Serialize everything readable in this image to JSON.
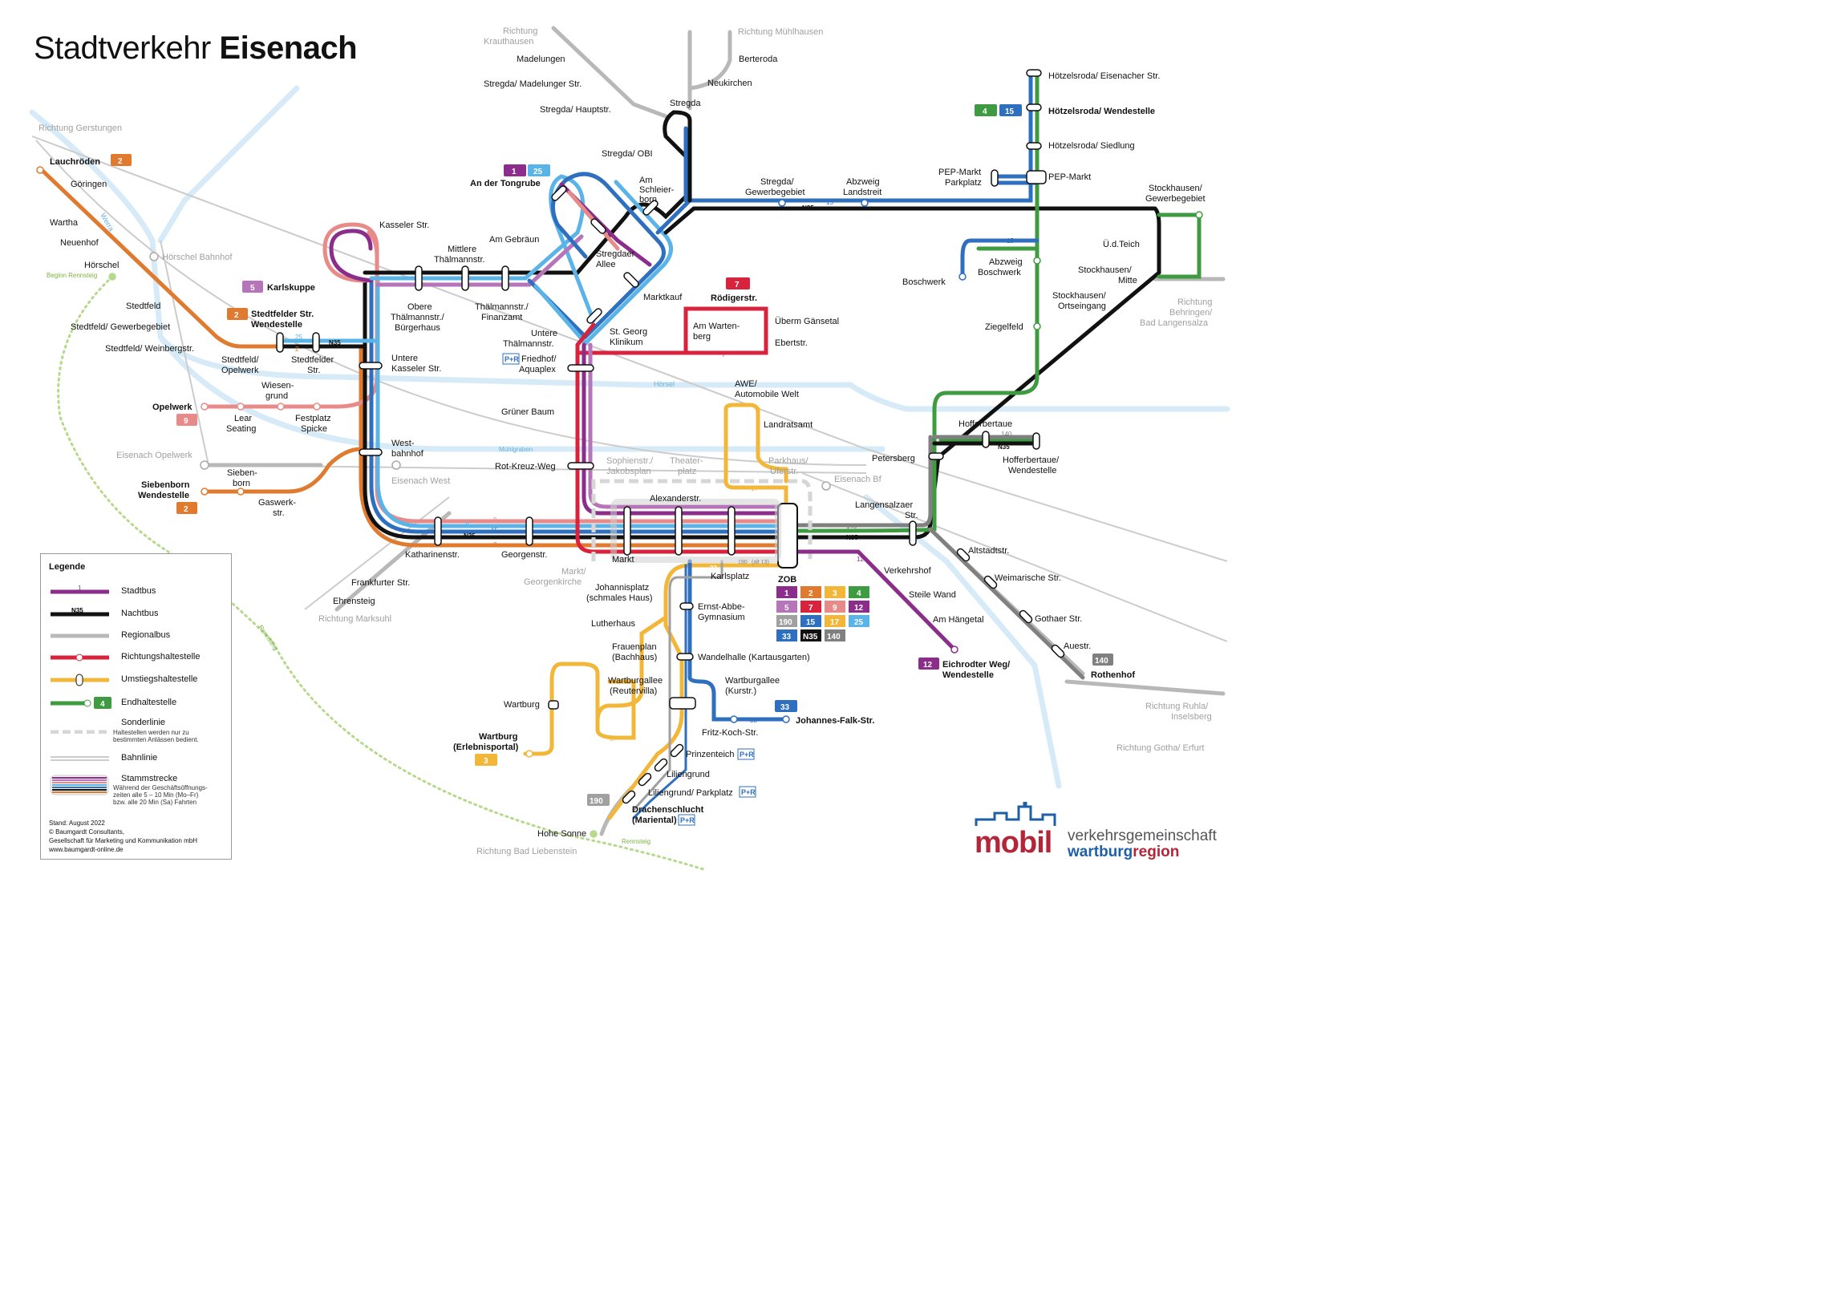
{
  "title": {
    "prefix": "Stadtverkehr",
    "bold": "Eisenach"
  },
  "colors": {
    "line1": "#8b2e8b",
    "line2": "#e07a2e",
    "line3": "#f2b638",
    "line4": "#3f9b41",
    "line5": "#b575b8",
    "line7": "#d9233d",
    "line9": "#e88a88",
    "line12": "#8b2e8b",
    "line15": "#2f6fbf",
    "line17": "#f2b638",
    "line25": "#5ab4e8",
    "line33": "#2f6fbf",
    "N35": "#111111",
    "line140": "#808080",
    "line190": "#a0a0a0",
    "rail": "#c8c8c8",
    "river": "#cfe6f5",
    "rennsteig": "#b6d98c"
  },
  "stops": {
    "lauchroeden": "Lauchröden",
    "goeringen": "Göringen",
    "wartha": "Wartha",
    "neuenhof": "Neuenhof",
    "hoerschel": "Hörschel",
    "hoerschel_bhf": "Hörschel Bahnhof",
    "stedtfeld": "Stedtfeld",
    "stedtfeld_gewerbe": "Stedtfeld/ Gewerbegebiet",
    "stedtfeld_weinberg": "Stedtfeld/ Weinbergstr.",
    "stedtfeld_opelwerk": "Stedtfeld/\nOpelwerk",
    "stedtfelder_str": "Stedtfelder\nStr.",
    "stedtfelder_wende": "Stedtfelder Str.\nWendestelle",
    "karlskuppe": "Karlskuppe",
    "kasseler": "Kasseler Str.",
    "mittlere": "Mittlere\nThälmannstr.",
    "obere": "Obere\nThälmannstr./\nBürgerhaus",
    "thaelmann_fa": "Thälmannstr./\nFinanzamt",
    "untere_thaelmann": "Untere\nThälmannstr.",
    "am_gebraeun": "Am Gebräun",
    "an_der_tongrube": "An der Tongrube",
    "am_schleierborn": "Am\nSchleier-\nborn",
    "stregdaer_allee": "Stregdaer\nAllee",
    "marktkauf": "Marktkauf",
    "st_georg": "St. Georg\nKlinikum",
    "friedhof": "Friedhof/\nAquaplex",
    "untere_kasseler": "Untere\nKasseler Str.",
    "opelwerk": "Opelwerk",
    "wiesengrund": "Wiesen-\ngrund",
    "lear": "Lear\nSeating",
    "festplatz": "Festplatz\nSpicke",
    "westbahnhof": "West-\nbahnhof",
    "eisenach_opelwerk": "Eisenach Opelwerk",
    "eisenach_west": "Eisenach West",
    "siebenborn": "Sieben-\nborn",
    "siebenborn_wende": "Siebenborn\nWendestelle",
    "gaswerk": "Gaswerk-\nstr.",
    "katharinenstr": "Katharinenstr.",
    "georgenstr": "Georgenstr.",
    "gruener_baum": "Grüner Baum",
    "rotkreuz": "Rot-Kreuz-Weg",
    "frankfurter": "Frankfurter Str.",
    "ehrensteig": "Ehrensteig",
    "markt": "Markt",
    "alexanderstr": "Alexanderstr.",
    "sophienstr": "Sophienstr./\nJakobsplan",
    "theaterplatz": "Theater-\nplatz",
    "markt_georgen": "Markt/\nGeorgenkirche",
    "karlsplatz": "Karlsplatz",
    "zob": "ZOB",
    "parkhaus": "Parkhaus/\nUferstr.",
    "landratsamt": "Landratsamt",
    "awe": "AWE/\nAutomobile Welt",
    "eisenach_bf": "Eisenach Bf",
    "roedigerstr": "Rödigerstr.",
    "am_wartenberg": "Am Warten-\nberg",
    "uberm_gaensetal": "Überm Gänsetal",
    "ebertstr": "Ebertstr.",
    "johannisplatz": "Johannisplatz\n(schmales Haus)",
    "lutherhaus": "Lutherhaus",
    "frauenplan": "Frauenplan\n(Bachhaus)",
    "wartburgallee_r": "Wartburgallee\n(Reutervilla)",
    "wartburg": "Wartburg",
    "wartburg_ep": "Wartburg\n(Erlebnisportal)",
    "ernst_abbe": "Ernst-Abbe-\nGymnasium",
    "wandelhalle": "Wandelhalle (Kartausgarten)",
    "wartburgallee_k": "Wartburgallee\n(Kurstr.)",
    "fritz_koch": "Fritz-Koch-Str.",
    "johannes_falk": "Johannes-Falk-Str.",
    "prinzenteich": "Prinzenteich",
    "liliengrund": "Liliengrund",
    "liliengrund_pp": "Liliengrund/ Parkplatz",
    "drachenschlucht": "Drachenschlucht\n(Mariental)",
    "hohe_sonne": "Hohe Sonne",
    "madelungen": "Madelungen",
    "stregda_madel": "Stregda/ Madelunger Str.",
    "stregda_haupt": "Stregda/ Hauptstr.",
    "stregda": "Stregda",
    "stregda_obi": "Stregda/ OBI",
    "berteroda": "Berteroda",
    "neukirchen": "Neukirchen",
    "stregda_gewerbe": "Stregda/\nGewerbegebiet",
    "abzweig_landstreit": "Abzweig\nLandstreit",
    "hoetzelsroda_eis": "Hötzelsroda/ Eisenacher Str.",
    "hoetzelsroda_wende": "Hötzelsroda/ Wendestelle",
    "hoetzelsroda_sied": "Hötzelsroda/ Siedlung",
    "pep_markt_pp": "PEP-Markt\nParkplatz",
    "pep_markt": "PEP-Markt",
    "stockhausen_gew": "Stockhausen/\nGewerbegebiet",
    "ud_teich": "Ü.d.Teich",
    "stockhausen_mitte": "Stockhausen/\nMitte",
    "stockhausen_ort": "Stockhausen/\nOrtseingang",
    "abzweig_boschwerk": "Abzweig\nBoschwerk",
    "boschwerk": "Boschwerk",
    "ziegelfeld": "Ziegelfeld",
    "hofferbertaue": "Hofferbertaue",
    "hofferbertaue_w": "Hofferbertaue/\nWendestelle",
    "petersberg": "Petersberg",
    "langensalzaer": "Langensalzaer\nStr.",
    "altstadtstr": "Altstadtstr.",
    "weimarische": "Weimarische Str.",
    "gothaer": "Gothaer Str.",
    "auestr": "Auestr.",
    "rothenhof": "Rothenhof",
    "verkehrshof": "Verkehrshof",
    "steile_wand": "Steile Wand",
    "am_haengetal": "Am Hängetal",
    "eichrodter": "Eichrodter Weg/\nWendestelle"
  },
  "directions": {
    "gerstungen": "Richtung Gerstungen",
    "krauthausen": "Richtung\nKrauthausen",
    "muehlhausen": "Richtung Mühlhausen",
    "behringen": "Richtung\nBehringen/\nBad Langensalza",
    "ruhla": "Richtung Ruhla/\nInselsberg",
    "gotha": "Richtung Gotha/ Erfurt",
    "marksuhl": "Richtung Marksuhl",
    "bad_liebenstein": "Richtung Bad Liebenstein"
  },
  "waters": {
    "werra": "Werra",
    "hoersel": "Hörsel",
    "muehlgraben": "Mühlgraben",
    "rennsteig": "Rennsteig",
    "beginn_rennsteig": "Beginn Rennsteig"
  },
  "badges": {
    "l1": "1",
    "l2": "2",
    "l3": "3",
    "l4": "4",
    "l5": "5",
    "l7": "7",
    "l9": "9",
    "l12": "12",
    "l15": "15",
    "l17": "17",
    "l25": "25",
    "l33": "33",
    "n35": "N35",
    "l140": "140",
    "l190": "190",
    "l190sub": "(alt 13)",
    "pr": "P+R"
  },
  "legend": {
    "title": "Legende",
    "stadtbus": "Stadtbus",
    "nachtbus": "Nachtbus",
    "regionalbus": "Regionalbus",
    "richtung": "Richtungshaltestelle",
    "umstieg": "Umstiegshaltestelle",
    "endhalt": "Endhaltestelle",
    "sonderlinie": "Sonderlinie",
    "sonder_note": "Haltestellen werden nur zu\nbestimmten Anlässen bedient.",
    "bahnlinie": "Bahnlinie",
    "stammstrecke": "Stammstrecke",
    "stamm_note": "Während der Geschäftsöffnungs-\nzeiten alle 5 – 10 Min (Mo–Fr)\nbzw. alle 20 Min (Sa) Fahrten",
    "sample_1": "1",
    "sample_n35": "N35",
    "sample_4": "4",
    "stand": "Stand: August 2022\n© Baumgardt Consultants,\nGesellschaft für Marketing und Kommunikation mbH\nwww.baumgardt-online.de"
  },
  "logo": {
    "mobil": "mobil",
    "vg": "verkehrsgemeinschaft",
    "wartburg": "wartburg",
    "region": "region"
  }
}
